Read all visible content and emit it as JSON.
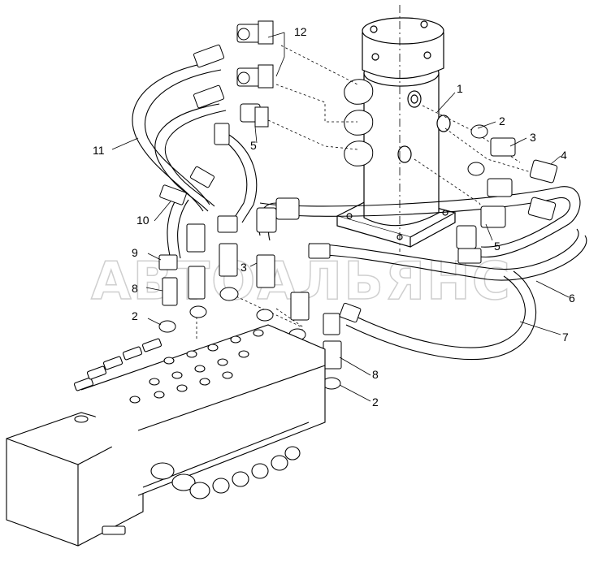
{
  "diagram": {
    "watermark": "АВТОАЛЬЯНС",
    "callouts": [
      {
        "id": "c1",
        "text": "1"
      },
      {
        "id": "c2a",
        "text": "2"
      },
      {
        "id": "c3a",
        "text": "3"
      },
      {
        "id": "c4",
        "text": "4"
      },
      {
        "id": "c5a",
        "text": "5"
      },
      {
        "id": "c5b",
        "text": "5"
      },
      {
        "id": "c6",
        "text": "6"
      },
      {
        "id": "c7",
        "text": "7"
      },
      {
        "id": "c8a",
        "text": "8"
      },
      {
        "id": "c8b",
        "text": "8"
      },
      {
        "id": "c9",
        "text": "9"
      },
      {
        "id": "c10",
        "text": "10"
      },
      {
        "id": "c11",
        "text": "11"
      },
      {
        "id": "c12",
        "text": "12"
      },
      {
        "id": "c2b",
        "text": "2"
      },
      {
        "id": "c2c",
        "text": "2"
      },
      {
        "id": "c3b",
        "text": "3"
      }
    ]
  }
}
